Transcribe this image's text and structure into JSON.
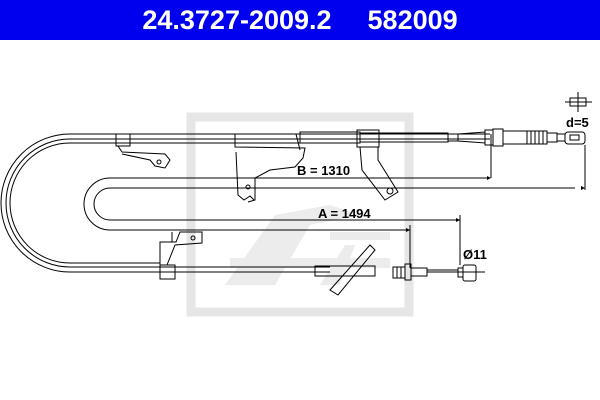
{
  "header": {
    "part_number": "24.3727-2009.2",
    "ref_number": "582009",
    "background_color": "#0000ee",
    "text_color": "#ffffff"
  },
  "drawing": {
    "type": "parking brake cable technical drawing",
    "dimensions": {
      "b_label": "B = 1310",
      "a_label": "A = 1494",
      "end_pin": "d=5",
      "end_nipple": "Ø11"
    },
    "watermark": "ATE logo",
    "line_color": "#000000",
    "watermark_color": "#e8e8e8"
  }
}
